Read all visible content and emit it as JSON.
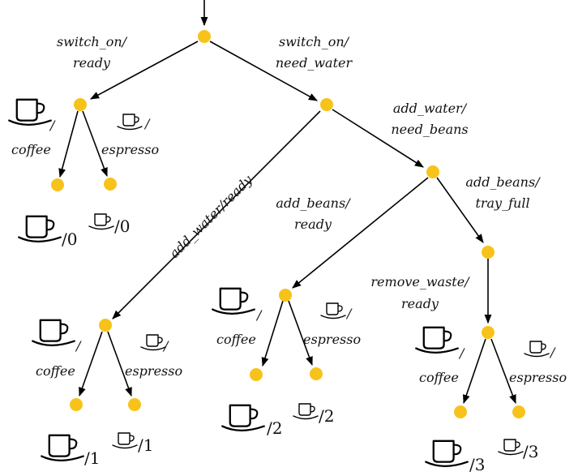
{
  "nodes": [
    {
      "id": "root",
      "name": "state-node-root"
    },
    {
      "id": "r",
      "name": "state-node-ready"
    },
    {
      "id": "n",
      "name": "state-node-need-water"
    },
    {
      "id": "r0c",
      "name": "state-node-coffee-0"
    },
    {
      "id": "r0e",
      "name": "state-node-espresso-0"
    },
    {
      "id": "nb",
      "name": "state-node-need-beans"
    },
    {
      "id": "r1",
      "name": "state-node-ready-1"
    },
    {
      "id": "tf",
      "name": "state-node-tray-full"
    },
    {
      "id": "r2",
      "name": "state-node-ready-2"
    },
    {
      "id": "r3",
      "name": "state-node-ready-3"
    },
    {
      "id": "r1c",
      "name": "state-node-coffee-1"
    },
    {
      "id": "r1e",
      "name": "state-node-espresso-1"
    },
    {
      "id": "r2c",
      "name": "state-node-coffee-2"
    },
    {
      "id": "r2e",
      "name": "state-node-espresso-2"
    },
    {
      "id": "r3c",
      "name": "state-node-coffee-3"
    },
    {
      "id": "r3e",
      "name": "state-node-espresso-3"
    }
  ],
  "edges": [
    {
      "from": "root",
      "to": "r",
      "label": [
        "switch_on/",
        "ready"
      ]
    },
    {
      "from": "root",
      "to": "n",
      "label": [
        "switch_on/",
        "need_water"
      ]
    },
    {
      "from": "r",
      "to": "r0c",
      "label": [
        "/",
        "coffee"
      ],
      "cup": "big"
    },
    {
      "from": "r",
      "to": "r0e",
      "label": [
        "/",
        "espresso"
      ],
      "cup": "small"
    },
    {
      "from": "n",
      "to": "nb",
      "label": [
        "add_water/",
        "need_beans"
      ]
    },
    {
      "from": "n",
      "to": "r1",
      "label": [
        "add_water/ready"
      ]
    },
    {
      "from": "nb",
      "to": "r2",
      "label": [
        "add_beans/",
        "ready"
      ]
    },
    {
      "from": "nb",
      "to": "tf",
      "label": [
        "add_beans/",
        "tray_full"
      ]
    },
    {
      "from": "tf",
      "to": "r3",
      "label": [
        "remove_waste/",
        "ready"
      ]
    },
    {
      "from": "r1",
      "to": "r1c",
      "label": [
        "/",
        "coffee"
      ],
      "cup": "big"
    },
    {
      "from": "r1",
      "to": "r1e",
      "label": [
        "/",
        "espresso"
      ],
      "cup": "small"
    },
    {
      "from": "r2",
      "to": "r2c",
      "label": [
        "/",
        "coffee"
      ],
      "cup": "big"
    },
    {
      "from": "r2",
      "to": "r2e",
      "label": [
        "/",
        "espresso"
      ],
      "cup": "small"
    },
    {
      "from": "r3",
      "to": "r3c",
      "label": [
        "/",
        "coffee"
      ],
      "cup": "big"
    },
    {
      "from": "r3",
      "to": "r3e",
      "label": [
        "/",
        "espresso"
      ],
      "cup": "small"
    }
  ],
  "counts": [
    {
      "coffee": "/0",
      "espresso": "/0"
    },
    {
      "coffee": "/1",
      "espresso": "/1"
    },
    {
      "coffee": "/2",
      "espresso": "/2"
    },
    {
      "coffee": "/3",
      "espresso": "/3"
    }
  ],
  "icons": {
    "coffee": "coffee-cup-icon",
    "espresso": "espresso-cup-icon"
  },
  "colors": {
    "node": "#f7c31a",
    "edge": "#000000"
  }
}
